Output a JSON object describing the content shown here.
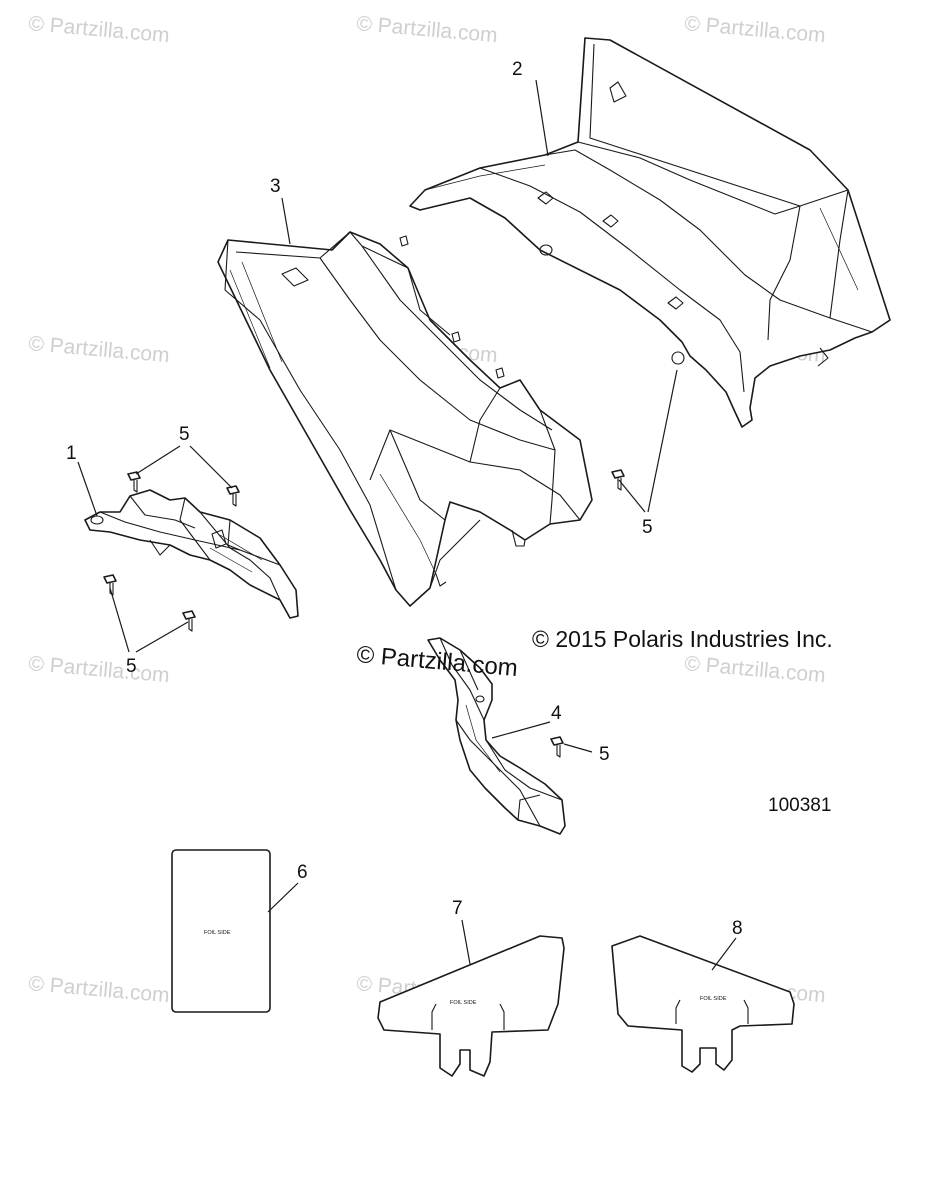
{
  "watermark": "© Partzilla.com",
  "copyright": "© 2015 Polaris Industries Inc.",
  "site_mark": "© Partzilla.com",
  "figure_number": "100381",
  "decal_text": "FOIL SIDE",
  "callouts": {
    "c1": "1",
    "c2": "2",
    "c3": "3",
    "c4": "4",
    "c5a": "5",
    "c5b": "5",
    "c5c": "5",
    "c5d": "5",
    "c6": "6",
    "c7": "7",
    "c8": "8"
  }
}
